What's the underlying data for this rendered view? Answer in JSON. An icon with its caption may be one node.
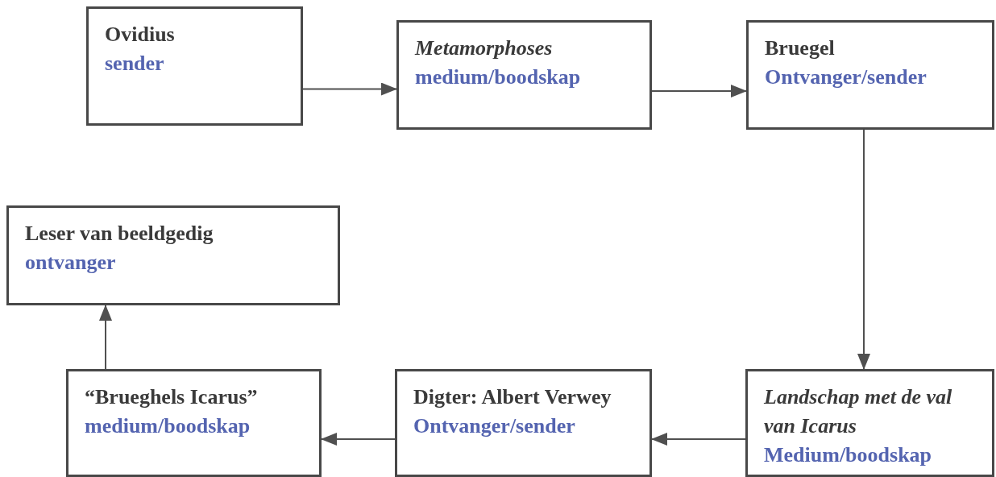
{
  "diagram": {
    "nodes": [
      {
        "text": [
          "Ovidius",
          "sender"
        ]
      },
      {
        "text": [
          "*Metamorphoses*",
          "medium/boodskap"
        ]
      },
      {
        "text": [
          "Bruegel",
          "Ontvanger/sender"
        ]
      },
      {
        "text": [
          "Leser van beeldgedig",
          "ontvanger"
        ]
      },
      {
        "text": [
          "“Brueghels Icarus”",
          "medium/boodskap"
        ]
      },
      {
        "text": [
          "Digter: Albert Verwey",
          "Ontvanger/sender"
        ]
      },
      {
        "text": [
          "*Landschap met de val van Icarus*",
          "Medium/boodskap"
        ]
      }
    ],
    "edges": [
      {
        "from": 0,
        "to": 1,
        "arrow": "to"
      },
      {
        "from": 1,
        "to": 2,
        "arrow": "to"
      },
      {
        "from": 2,
        "to": 6,
        "arrow": "to"
      },
      {
        "from": 6,
        "to": 5,
        "arrow": "to"
      },
      {
        "from": 5,
        "to": 4,
        "arrow": "to"
      },
      {
        "from": 4,
        "to": 3,
        "arrow": "to"
      }
    ]
  }
}
